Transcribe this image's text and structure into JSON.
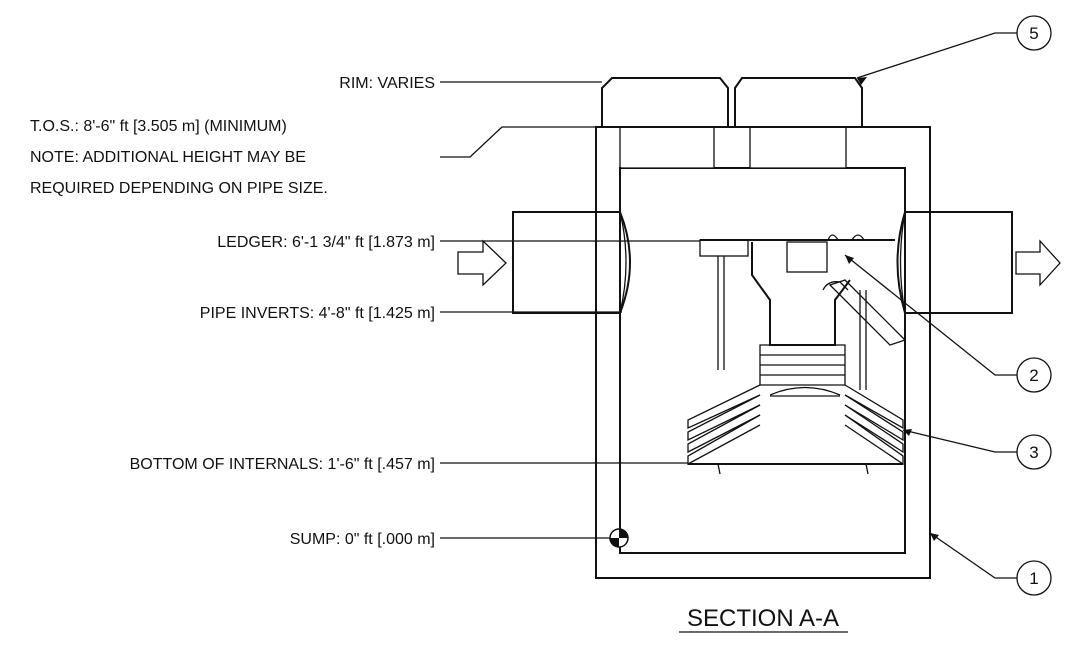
{
  "labels": {
    "rim": "RIM: VARIES",
    "tos_line1": "T.O.S.: 8'-6\" ft [3.505 m] (MINIMUM)",
    "tos_line2": "NOTE: ADDITIONAL HEIGHT MAY BE",
    "tos_line3": "REQUIRED DEPENDING ON PIPE SIZE.",
    "ledger": "LEDGER: 6'-1 3/4\" ft [1.873 m]",
    "pipe_inverts": "PIPE INVERTS: 4'-8\" ft [1.425 m]",
    "bottom_internals": "BOTTOM OF INTERNALS: 1'-6\" ft [.457 m]",
    "sump": "SUMP: 0\" ft [.000 m]"
  },
  "callouts": [
    "5",
    "2",
    "3",
    "1"
  ],
  "section_title": "SECTION A-A"
}
